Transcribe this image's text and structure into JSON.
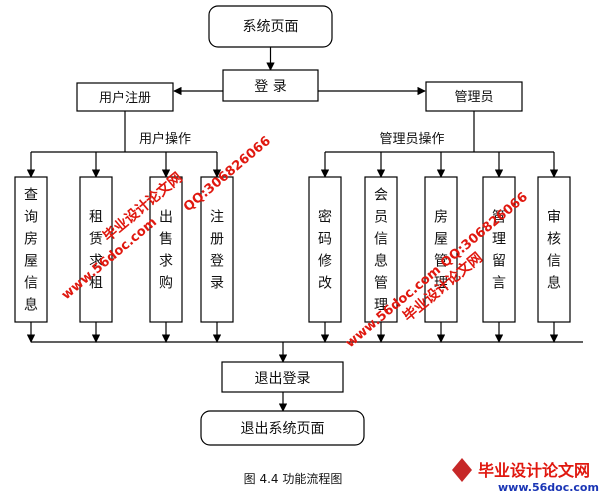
{
  "nodes": {
    "system_page": "系统页面",
    "login": "登 录",
    "user_register": "用户注册",
    "admin": "管理员",
    "logout": "退出登录",
    "exit_system": "退出系统页面"
  },
  "group_labels": {
    "user_ops": "用户操作",
    "admin_ops": "管理员操作"
  },
  "user_functions": [
    "查询房屋信息",
    "租赁求租",
    "出售求购",
    "注册登录"
  ],
  "admin_functions": [
    "密码修改",
    "会员信息管理",
    "房屋管理",
    "管理留言",
    "审核信息"
  ],
  "caption": "图 4.4 功能流程图",
  "watermarks": {
    "site_url": "www.56doc.com",
    "qq": "QQ:306826066",
    "brand": "毕业设计论文网",
    "logo_cn": "毕业设计论文网",
    "logo_url": "www.56doc.com"
  },
  "colors": {
    "watermark_red": "#e0180f",
    "watermark_blue": "#1a35b5",
    "line": "#000000"
  }
}
